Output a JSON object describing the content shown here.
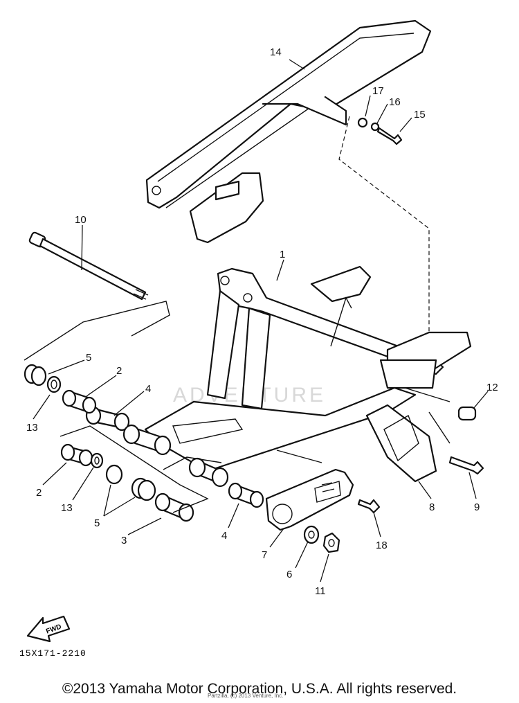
{
  "diagram": {
    "callouts": [
      {
        "id": "c1",
        "label": "1"
      },
      {
        "id": "c2a",
        "label": "2"
      },
      {
        "id": "c2b",
        "label": "2"
      },
      {
        "id": "c3",
        "label": "3"
      },
      {
        "id": "c4a",
        "label": "4"
      },
      {
        "id": "c4b",
        "label": "4"
      },
      {
        "id": "c5a",
        "label": "5"
      },
      {
        "id": "c5b",
        "label": "5"
      },
      {
        "id": "c6",
        "label": "6"
      },
      {
        "id": "c7",
        "label": "7"
      },
      {
        "id": "c8",
        "label": "8"
      },
      {
        "id": "c9",
        "label": "9"
      },
      {
        "id": "c10",
        "label": "10"
      },
      {
        "id": "c11",
        "label": "11"
      },
      {
        "id": "c12",
        "label": "12"
      },
      {
        "id": "c13a",
        "label": "13"
      },
      {
        "id": "c13b",
        "label": "13"
      },
      {
        "id": "c14",
        "label": "14"
      },
      {
        "id": "c15",
        "label": "15"
      },
      {
        "id": "c16",
        "label": "16"
      },
      {
        "id": "c17",
        "label": "17"
      },
      {
        "id": "c18",
        "label": "18"
      }
    ],
    "fwd_label": "FWD",
    "watermark": "ADVENTURE",
    "part_code": "15X171-2210"
  },
  "footer": {
    "copyright": "©2013 Yamaha Motor Corporation, U.S.A. All rights reserved.",
    "small_print": "Partzilla, (c) 2013 Venture, Inc."
  }
}
